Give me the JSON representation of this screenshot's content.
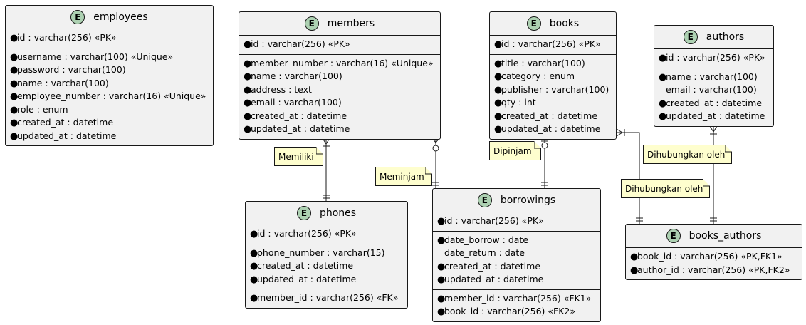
{
  "entities": [
    {
      "key": "employees",
      "name": "employees",
      "badge": "E",
      "pk": [
        {
          "text": "id : varchar(256) «PK»",
          "bullet": true
        }
      ],
      "sections": [
        [
          {
            "text": "username : varchar(100) «Unique»",
            "bullet": true
          },
          {
            "text": "password : varchar(100)",
            "bullet": true
          },
          {
            "text": "name : varchar(100)",
            "bullet": true
          },
          {
            "text": "employee_number : varchar(16) «Unique»",
            "bullet": true
          },
          {
            "text": "role : enum",
            "bullet": true
          },
          {
            "text": "created_at : datetime",
            "bullet": true
          },
          {
            "text": "updated_at : datetime",
            "bullet": true
          }
        ]
      ]
    },
    {
      "key": "members",
      "name": "members",
      "badge": "E",
      "pk": [
        {
          "text": "id : varchar(256) «PK»",
          "bullet": true
        }
      ],
      "sections": [
        [
          {
            "text": "member_number : varchar(16) «Unique»",
            "bullet": true
          },
          {
            "text": "name : varchar(100)",
            "bullet": true
          },
          {
            "text": "address : text",
            "bullet": true
          },
          {
            "text": "email : varchar(100)",
            "bullet": true
          },
          {
            "text": "created_at : datetime",
            "bullet": true
          },
          {
            "text": "updated_at : datetime",
            "bullet": true
          }
        ]
      ]
    },
    {
      "key": "books",
      "name": "books",
      "badge": "E",
      "pk": [
        {
          "text": "id : varchar(256) «PK»",
          "bullet": true
        }
      ],
      "sections": [
        [
          {
            "text": "title : varchar(100)",
            "bullet": true
          },
          {
            "text": "category : enum",
            "bullet": true
          },
          {
            "text": "publisher : varchar(100)",
            "bullet": true
          },
          {
            "text": "qty : int",
            "bullet": true
          },
          {
            "text": "created_at : datetime",
            "bullet": true
          },
          {
            "text": "updated_at : datetime",
            "bullet": true
          }
        ]
      ]
    },
    {
      "key": "authors",
      "name": "authors",
      "badge": "E",
      "pk": [
        {
          "text": "id : varchar(256) «PK»",
          "bullet": true
        }
      ],
      "sections": [
        [
          {
            "text": "name : varchar(100)",
            "bullet": true
          },
          {
            "text": "email : varchar(100)",
            "bullet": false
          },
          {
            "text": "created_at : datetime",
            "bullet": true
          },
          {
            "text": "updated_at : datetime",
            "bullet": true
          }
        ]
      ]
    },
    {
      "key": "phones",
      "name": "phones",
      "badge": "E",
      "pk": [
        {
          "text": "id : varchar(256) «PK»",
          "bullet": true
        }
      ],
      "sections": [
        [
          {
            "text": "phone_number : varchar(15)",
            "bullet": true
          },
          {
            "text": "created_at : datetime",
            "bullet": true
          },
          {
            "text": "updated_at : datetime",
            "bullet": true
          }
        ],
        [
          {
            "text": "member_id : varchar(256) «FK»",
            "bullet": true
          }
        ]
      ]
    },
    {
      "key": "borrowings",
      "name": "borrowings",
      "badge": "E",
      "pk": [
        {
          "text": "id : varchar(256) «PK»",
          "bullet": true
        }
      ],
      "sections": [
        [
          {
            "text": "date_borrow : date",
            "bullet": true
          },
          {
            "text": "date_return : date",
            "bullet": false
          },
          {
            "text": "created_at : datetime",
            "bullet": true
          },
          {
            "text": "updated_at : datetime",
            "bullet": true
          }
        ],
        [
          {
            "text": "member_id : varchar(256) «FK1»",
            "bullet": true
          },
          {
            "text": "book_id : varchar(256) «FK2»",
            "bullet": true
          }
        ]
      ]
    },
    {
      "key": "books_authors",
      "name": "books_authors",
      "badge": "E",
      "pk": [],
      "sections": [
        [
          {
            "text": "book_id : varchar(256) «PK,FK1»",
            "bullet": true
          },
          {
            "text": "author_id : varchar(256) «PK,FK2»",
            "bullet": true
          }
        ]
      ]
    }
  ],
  "notes": [
    {
      "key": "memiliki",
      "text": "Memiliki"
    },
    {
      "key": "meminjam",
      "text": "Meminjam"
    },
    {
      "key": "dipinjam",
      "text": "Dipinjam"
    },
    {
      "key": "dihubungkan1",
      "text": "Dihubungkan oleh"
    },
    {
      "key": "dihubungkan2",
      "text": "Dihubungkan oleh"
    }
  ],
  "relationships": [
    {
      "from": "members",
      "to": "phones",
      "from_end": "one-or-many",
      "to_end": "exactly-one",
      "note": "Memiliki"
    },
    {
      "from": "members",
      "to": "borrowings",
      "from_end": "zero-or-many",
      "to_end": "exactly-one",
      "note": "Meminjam"
    },
    {
      "from": "books",
      "to": "borrowings",
      "from_end": "zero-or-one",
      "to_end": "exactly-one",
      "note": "Dipinjam"
    },
    {
      "from": "books",
      "to": "books_authors",
      "from_end": "one-or-many",
      "to_end": "exactly-one",
      "note": "Dihubungkan oleh"
    },
    {
      "from": "authors",
      "to": "books_authors",
      "from_end": "one-or-many",
      "to_end": "exactly-one",
      "note": "Dihubungkan oleh"
    }
  ],
  "colors": {
    "entity_fill": "#f1f1f1",
    "entity_border": "#181818",
    "badge_fill": "#add1b2",
    "note_fill": "#fefece",
    "line": "#181818"
  }
}
